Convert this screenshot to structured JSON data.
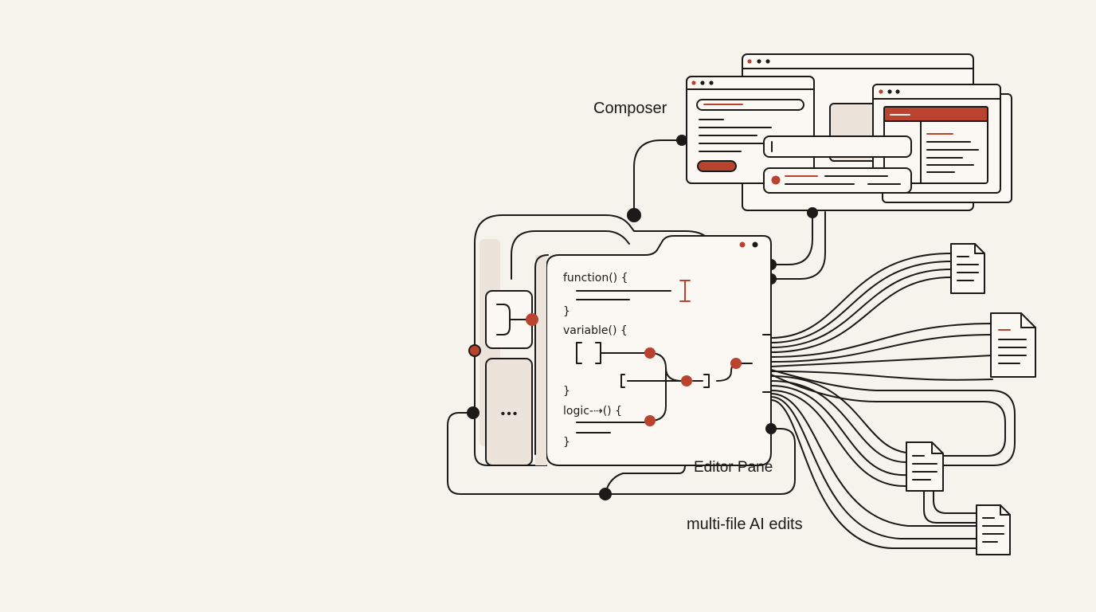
{
  "labels": {
    "composer": "Composer",
    "editor_pane": "Editor Pane",
    "multi_file": "multi-file AI edits"
  },
  "code_lines": {
    "line1": "function() {",
    "line2": "}",
    "line3": "variable() {",
    "line4": "}",
    "line5": "logic-⇢() {",
    "line6": "}"
  },
  "sidebar": {
    "more": "•••"
  },
  "colors": {
    "background": "#f6f2ec",
    "ink": "#1c1a18",
    "accent": "#b9432e",
    "panel_fill": "#fbf8f3",
    "shade": "#ece4da"
  },
  "icons": {
    "branch": "git-branch-icon",
    "cursor": "text-cursor-icon",
    "file": "document-file-icon"
  }
}
